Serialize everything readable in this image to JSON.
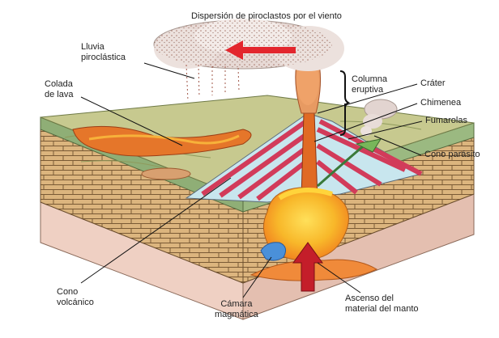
{
  "title": "Dispersión de piroclastos por el viento",
  "labels": {
    "lluvia": [
      "Lluvia",
      "piroclástica"
    ],
    "colada": [
      "Colada",
      "de lava"
    ],
    "columna": [
      "Columna",
      "eruptiva"
    ],
    "crater": "Cráter",
    "chimenea": "Chimenea",
    "fumarolas": "Fumarolas",
    "cono_parasito": "Cono parásito",
    "cono_volcanico": [
      "Cono",
      "volcánico"
    ],
    "camara": [
      "Cámara",
      "magmática"
    ],
    "ascenso": [
      "Ascenso del",
      "material del manto"
    ]
  },
  "colors": {
    "wind_arrow": "#e3262d",
    "mantle_arrow": "#c41e2a",
    "magma": "#f6a11c",
    "magma_core": "#ffd43b",
    "lava": "#e2611c",
    "stripe_red": "#d23b5a",
    "stripe_blue": "#bfe3ec",
    "ground": "#b7c38a",
    "brick": "#d9b27a",
    "mantle_layer": "#e8c4b6",
    "water_blob": "#4a90d9"
  }
}
